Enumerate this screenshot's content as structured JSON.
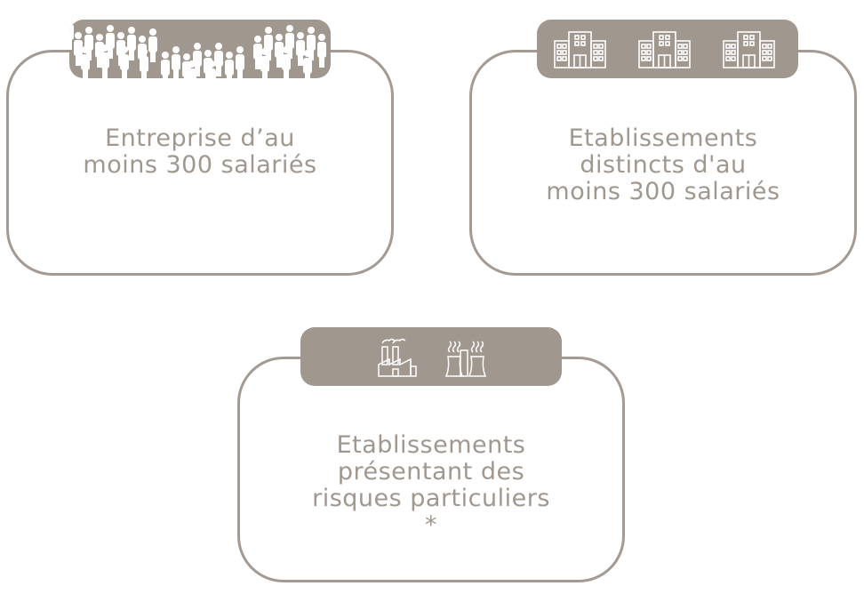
{
  "cards": [
    {
      "id": "company",
      "icon": "crowd-icon",
      "lines": [
        "Entreprise d’au",
        "moins 300 salariés"
      ]
    },
    {
      "id": "establishments",
      "icon": "buildings-icon",
      "lines": [
        "Etablissements",
        "distincts d'au",
        "moins 300 salariés"
      ]
    },
    {
      "id": "risks",
      "icon": "factory-icon",
      "lines": [
        "Etablissements",
        "présentant des",
        "risques particuliers",
        "*"
      ]
    }
  ],
  "colors": {
    "accent": "#a0978f",
    "border": "#a39b93",
    "background": "#ffffff"
  }
}
